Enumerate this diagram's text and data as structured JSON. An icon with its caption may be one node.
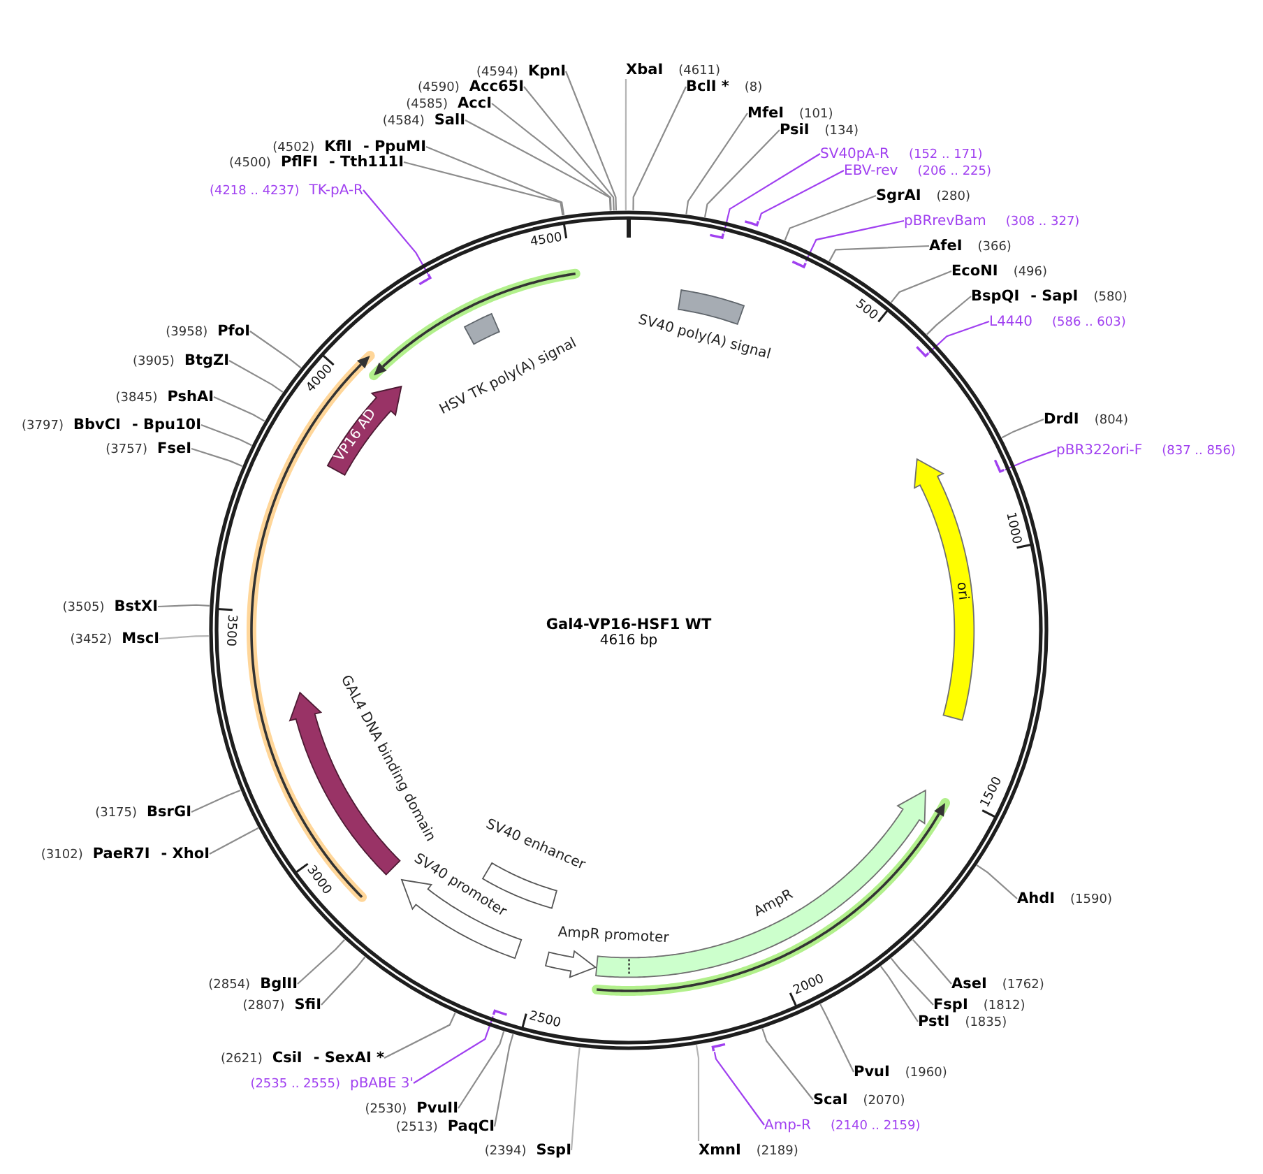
{
  "diagram": {
    "nodes": [
      {
        "text": [
          "Gal4-VP16-HSF1 WT",
          "4616 bp"
        ]
      },
      {
        "text": [
          "SV40 poly(A) signal"
        ],
        "in": 0
      },
      {
        "text": [
          "ori"
        ],
        "in": 0
      },
      {
        "text": [
          "AmpR"
        ],
        "in": 0
      },
      {
        "text": [
          "AmpR promoter"
        ],
        "in": 0
      },
      {
        "text": [
          "SV40 promoter"
        ],
        "in": 0
      },
      {
        "text": [
          "SV40 enhancer"
        ],
        "in": 0
      },
      {
        "text": [
          "GAL4 DNA binding domain"
        ],
        "in": 0
      },
      {
        "text": [
          "VP16 AD"
        ],
        "in": 0
      },
      {
        "text": [
          "HSV TK poly(A) signal"
        ],
        "in": 0
      },
      {
        "text": [
          "XbaI",
          "(4611)"
        ]
      },
      {
        "text": [
          "BclI *",
          "(8)"
        ]
      },
      {
        "text": [
          "MfeI",
          "(101)"
        ]
      },
      {
        "text": [
          "PsiI",
          "(134)"
        ]
      },
      {
        "text": [
          "SV40pA-R",
          "(152 .. 171)"
        ]
      },
      {
        "text": [
          "EBV-rev",
          "(206 .. 225)"
        ]
      },
      {
        "text": [
          "SgrAI",
          "(280)"
        ]
      },
      {
        "text": [
          "pBRrevBam",
          "(308 .. 327)"
        ]
      },
      {
        "text": [
          "AfeI",
          "(366)"
        ]
      },
      {
        "text": [
          "EcoNI",
          "(496)"
        ]
      },
      {
        "text": [
          "BspQI",
          "- SapI",
          "(580)"
        ]
      },
      {
        "text": [
          "L4440",
          "(586 .. 603)"
        ]
      },
      {
        "text": [
          "DrdI",
          "(804)"
        ]
      },
      {
        "text": [
          "pBR322ori-F",
          "(837 .. 856)"
        ]
      },
      {
        "text": [
          "AhdI",
          "(1590)"
        ]
      },
      {
        "text": [
          "AseI",
          "(1762)"
        ]
      },
      {
        "text": [
          "FspI",
          "(1812)"
        ]
      },
      {
        "text": [
          "PstI",
          "(1835)"
        ]
      },
      {
        "text": [
          "PvuI",
          "(1960)"
        ]
      },
      {
        "text": [
          "ScaI",
          "(2070)"
        ]
      },
      {
        "text": [
          "Amp-R",
          "(2140 .. 2159)"
        ]
      },
      {
        "text": [
          "XmnI",
          "(2189)"
        ]
      },
      {
        "text": [
          "(2394)",
          "SspI"
        ]
      },
      {
        "text": [
          "(2513)",
          "PaqCI"
        ]
      },
      {
        "text": [
          "(2530)",
          "PvuII"
        ]
      },
      {
        "text": [
          "(2535 .. 2555)",
          "pBABE 3'"
        ]
      },
      {
        "text": [
          "(2621)",
          "CsiI",
          "- SexAI *"
        ]
      },
      {
        "text": [
          "(2807)",
          "SfiI"
        ]
      },
      {
        "text": [
          "(2854)",
          "BglII"
        ]
      },
      {
        "text": [
          "(3102)",
          "PaeR7I",
          "- XhoI"
        ]
      },
      {
        "text": [
          "(3175)",
          "BsrGI"
        ]
      },
      {
        "text": [
          "(3452)",
          "MscI"
        ]
      },
      {
        "text": [
          "(3505)",
          "BstXI"
        ]
      },
      {
        "text": [
          "(3757)",
          "FseI"
        ]
      },
      {
        "text": [
          "(3797)",
          "BbvCI",
          "- Bpu10I"
        ]
      },
      {
        "text": [
          "(3845)",
          "PshAI"
        ]
      },
      {
        "text": [
          "(3905)",
          "BtgZI"
        ]
      },
      {
        "text": [
          "(3958)",
          "PfoI"
        ]
      },
      {
        "text": [
          "(4218 .. 4237)",
          "TK-pA-R"
        ]
      },
      {
        "text": [
          "(4500)",
          "PflFI",
          "- Tth111I"
        ]
      },
      {
        "text": [
          "(4502)",
          "KflI",
          "- PpuMI"
        ]
      },
      {
        "text": [
          "(4584)",
          "SalI"
        ]
      },
      {
        "text": [
          "(4585)",
          "AccI"
        ]
      },
      {
        "text": [
          "(4590)",
          "Acc65I"
        ]
      },
      {
        "text": [
          "(4594)",
          "KpnI"
        ]
      },
      {
        "text": [],
        "shape": "bar",
        "in": 0
      },
      {
        "text": [],
        "shape": "bar",
        "in": 0
      },
      {
        "text": [],
        "shape": "bar",
        "in": 0
      },
      {
        "text": [],
        "shape": "bar",
        "in": 0
      },
      {
        "text": [],
        "shape": "bar",
        "in": 0
      },
      {
        "text": [],
        "shape": "bar",
        "in": 0
      },
      {
        "text": [],
        "shape": "bar",
        "in": 0
      },
      {
        "text": [],
        "shape": "bar",
        "in": 0
      }
    ],
    "edges": [
      {
        "from": 10,
        "to": 0,
        "arrow": "none",
        "color": "#b4b4b4"
      },
      {
        "from": 11,
        "to": 0,
        "arrow": "none"
      },
      {
        "from": 12,
        "to": 0,
        "arrow": "none"
      },
      {
        "from": 13,
        "to": 0,
        "arrow": "none"
      },
      {
        "from": 14,
        "to": 56,
        "arrow": "none",
        "color": "#a040f0"
      },
      {
        "from": 15,
        "to": 55,
        "arrow": "none",
        "color": "#a040f0"
      },
      {
        "from": 16,
        "to": 0,
        "arrow": "none"
      },
      {
        "from": 17,
        "to": 57,
        "arrow": "none",
        "color": "#a040f0"
      },
      {
        "from": 18,
        "to": 0,
        "arrow": "none"
      },
      {
        "from": 19,
        "to": 0,
        "arrow": "none"
      },
      {
        "from": 20,
        "to": 0,
        "arrow": "none"
      },
      {
        "from": 21,
        "to": 59,
        "arrow": "none",
        "color": "#a040f0"
      },
      {
        "from": 22,
        "to": 0,
        "arrow": "none"
      },
      {
        "from": 23,
        "to": 60,
        "arrow": "none",
        "color": "#a040f0"
      },
      {
        "from": 24,
        "to": 0,
        "arrow": "none"
      },
      {
        "from": 25,
        "to": 0,
        "arrow": "none"
      },
      {
        "from": 26,
        "to": 0,
        "arrow": "none"
      },
      {
        "from": 27,
        "to": 0,
        "arrow": "none"
      },
      {
        "from": 28,
        "to": 0,
        "arrow": "none"
      },
      {
        "from": 29,
        "to": 0,
        "arrow": "none"
      },
      {
        "from": 30,
        "to": 62,
        "arrow": "none",
        "color": "#a040f0"
      },
      {
        "from": 31,
        "to": 0,
        "arrow": "none",
        "color": "#b4b4b4"
      },
      {
        "from": 32,
        "to": 0,
        "arrow": "none",
        "color": "#b4b4b4"
      },
      {
        "from": 33,
        "to": 0,
        "arrow": "none"
      },
      {
        "from": 34,
        "to": 0,
        "arrow": "none"
      },
      {
        "from": 35,
        "to": 61,
        "arrow": "none",
        "color": "#a040f0"
      },
      {
        "from": 36,
        "to": 0,
        "arrow": "none"
      },
      {
        "from": 37,
        "to": 0,
        "arrow": "none"
      },
      {
        "from": 38,
        "to": 0,
        "arrow": "none"
      },
      {
        "from": 39,
        "to": 0,
        "arrow": "none"
      },
      {
        "from": 40,
        "to": 0,
        "arrow": "none"
      },
      {
        "from": 41,
        "to": 0,
        "arrow": "none",
        "color": "#b4b4b4"
      },
      {
        "from": 42,
        "to": 0,
        "arrow": "none"
      },
      {
        "from": 43,
        "to": 0,
        "arrow": "none"
      },
      {
        "from": 44,
        "to": 0,
        "arrow": "none"
      },
      {
        "from": 45,
        "to": 0,
        "arrow": "none"
      },
      {
        "from": 46,
        "to": 0,
        "arrow": "none"
      },
      {
        "from": 47,
        "to": 0,
        "arrow": "none"
      },
      {
        "from": 48,
        "to": 58,
        "arrow": "none",
        "color": "#a040f0"
      },
      {
        "from": 49,
        "to": 0,
        "arrow": "none"
      },
      {
        "from": 50,
        "to": 0,
        "arrow": "none"
      },
      {
        "from": 51,
        "to": 0,
        "arrow": "none"
      },
      {
        "from": 52,
        "to": 0,
        "arrow": "none"
      },
      {
        "from": 53,
        "to": 0,
        "arrow": "none"
      },
      {
        "from": 54,
        "to": 0,
        "arrow": "none"
      }
    ],
    "labels": [
      "500",
      "1000",
      "1500",
      "2000",
      "2500",
      "3000",
      "3500",
      "4000",
      "4500"
    ]
  }
}
